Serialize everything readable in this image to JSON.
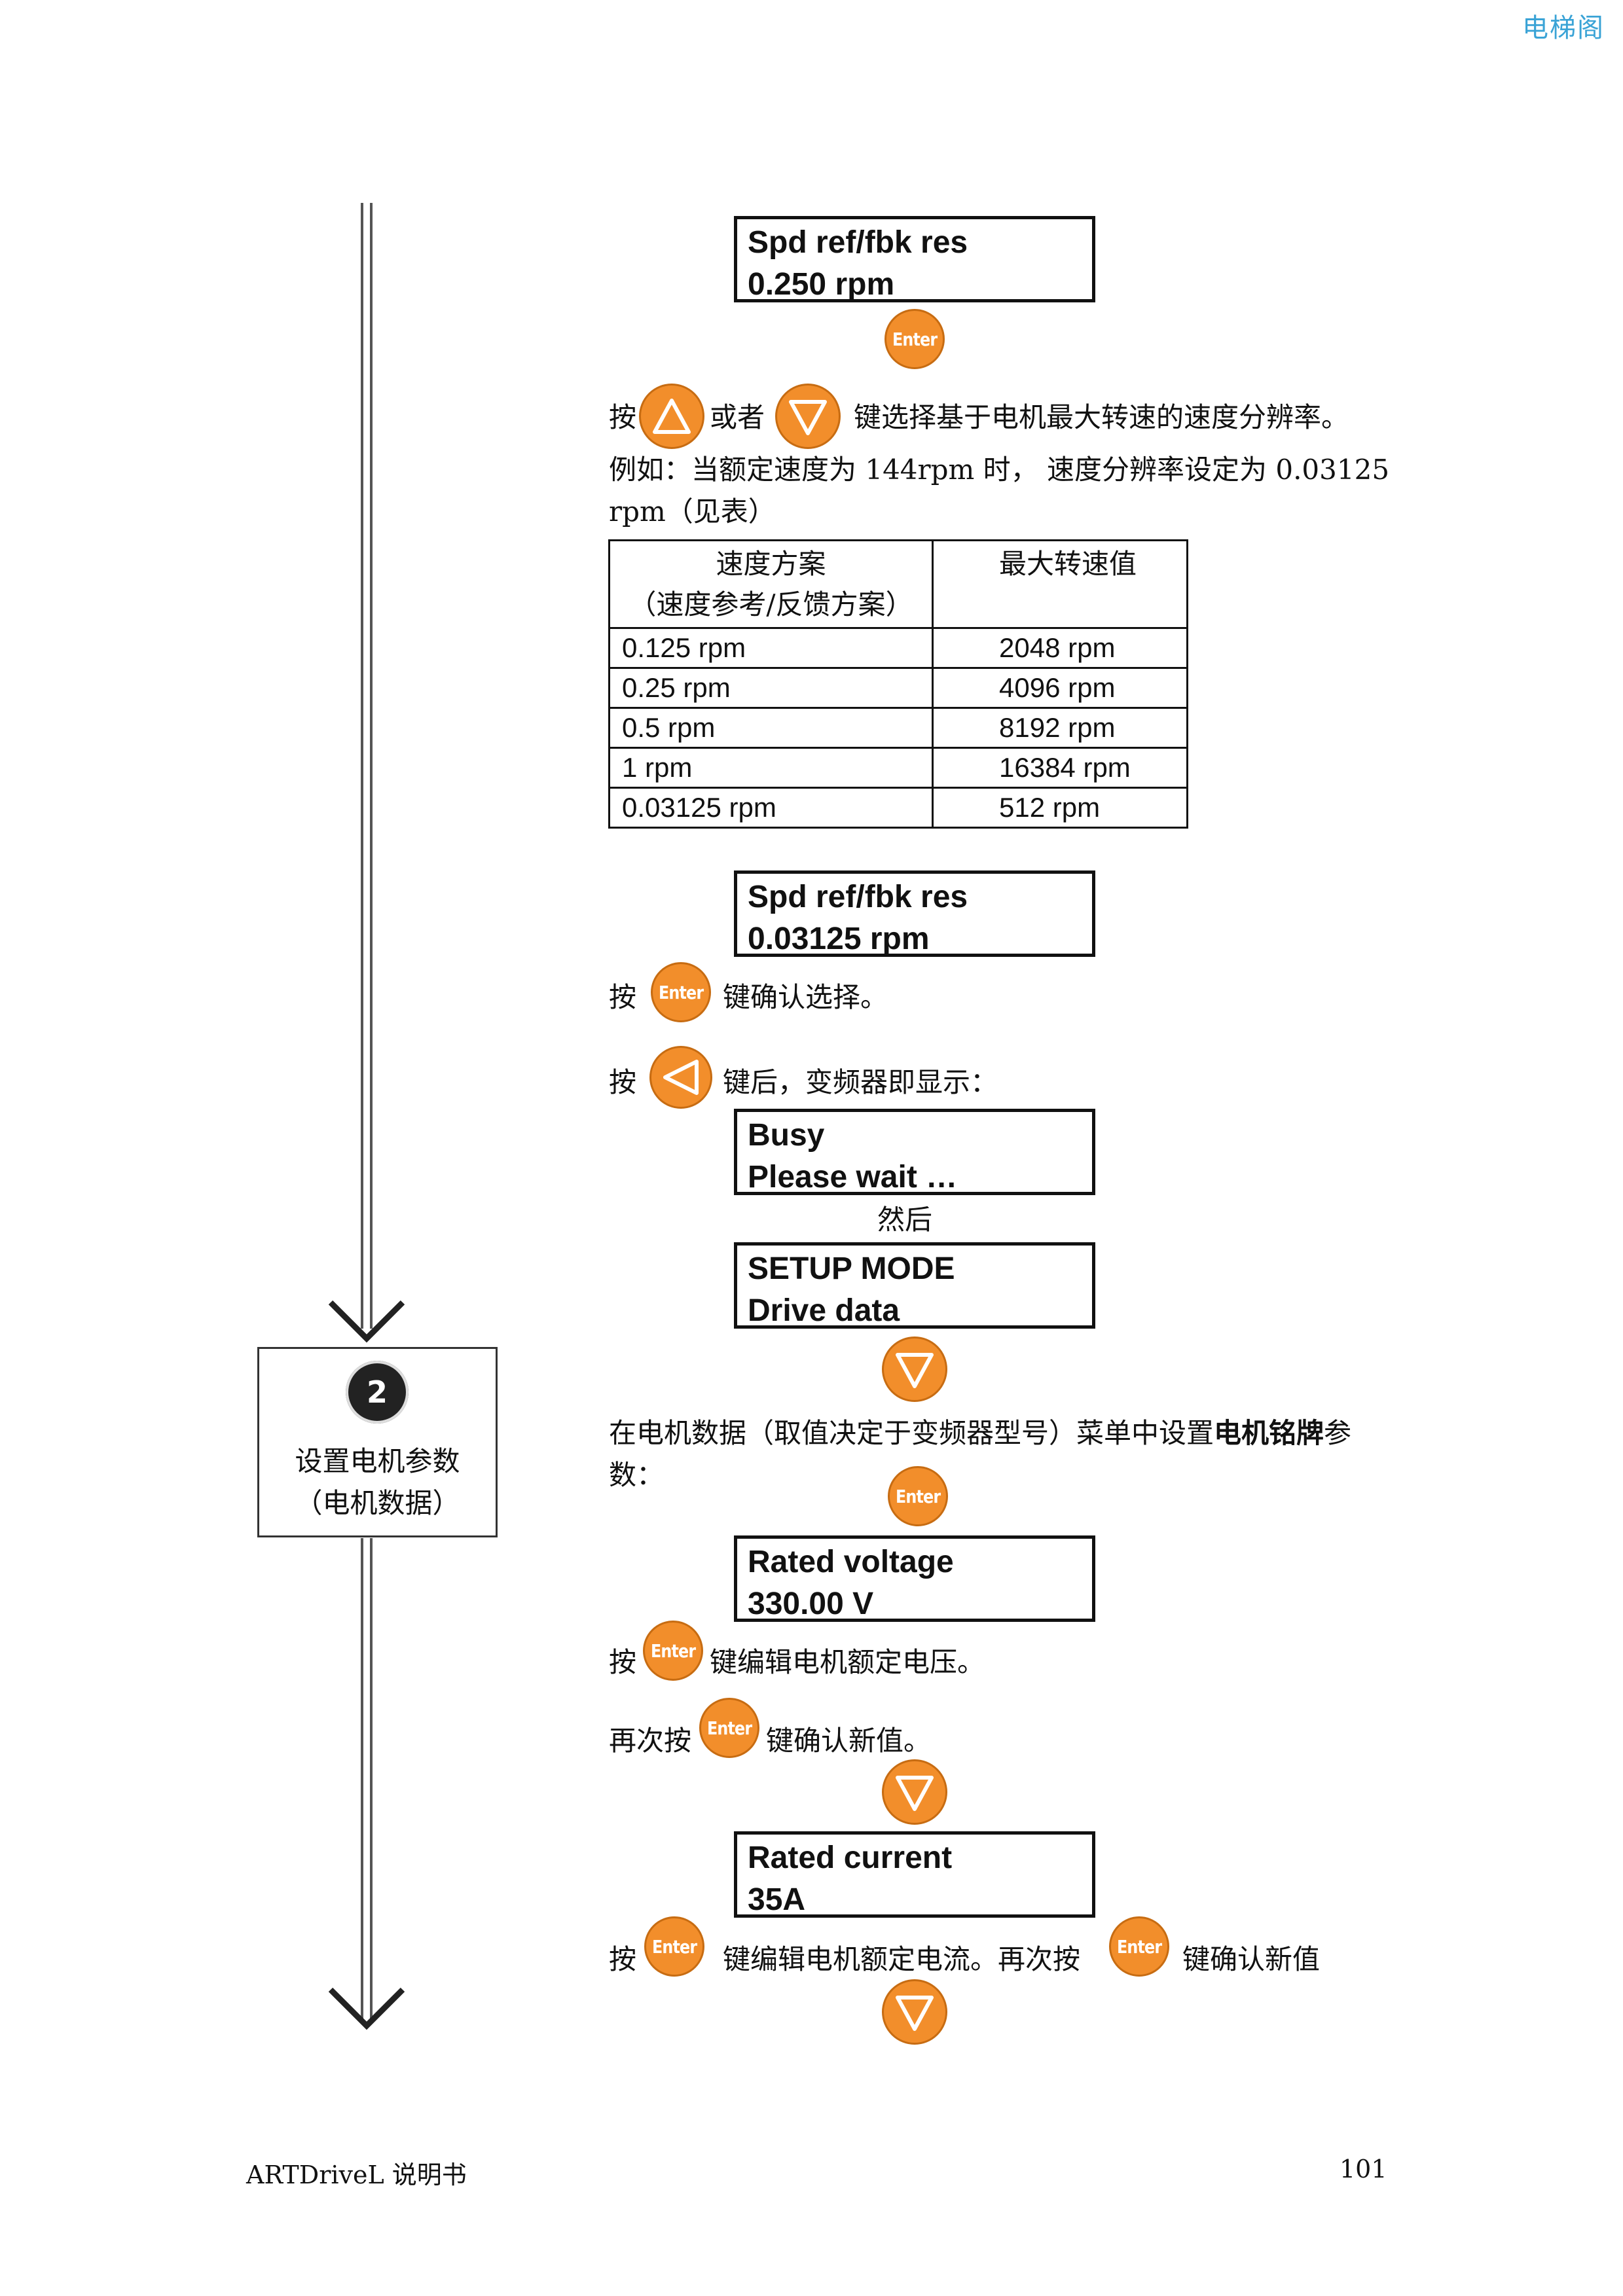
{
  "header": {
    "brand": "电梯阁"
  },
  "lcd": {
    "d1": {
      "line1": "Spd ref/fbk res",
      "line2": "0.250 rpm"
    },
    "d2": {
      "line1": "Spd ref/fbk res",
      "line2": "0.03125 rpm"
    },
    "d3": {
      "line1": "Busy",
      "line2": "Please wait …"
    },
    "d4": {
      "line1": "SETUP MODE",
      "line2": "Drive data"
    },
    "d5": {
      "line1": "Rated voltage",
      "line2": "330.00 V"
    },
    "d6": {
      "line1": "Rated current",
      "line2": "35A"
    }
  },
  "buttons": {
    "enter_label": "Enter"
  },
  "text": {
    "select_prefix": "按",
    "select_or": "或者",
    "select_suffix": "键选择基于电机最大转速的速度分辨率。",
    "example_line1": "例如：当额定速度为 144rpm 时， 速度分辨率设定为 0.03125",
    "example_line2": "rpm（见表）",
    "confirm_prefix": "按",
    "confirm_suffix": "键确认选择。",
    "left_prefix": "按",
    "left_suffix": "键后，变频器即显示：",
    "then": "然后",
    "motor_line1_a": "在电机数据（取值决定于变频器型号）菜单中设置",
    "motor_line1_b": "电机铭牌",
    "motor_line1_c": "参",
    "motor_line2": "数：",
    "edit_v_prefix": "按",
    "edit_v_suffix": "键编辑电机额定电压。",
    "again_prefix": "再次按",
    "again_suffix": "键确认新值。",
    "edit_i_prefix": "按",
    "edit_i_mid": "键编辑电机额定电流。再次按",
    "edit_i_suffix": "键确认新值"
  },
  "table": {
    "headers": [
      {
        "line1": "速度方案",
        "line2": "（速度参考/反馈方案）"
      },
      {
        "line1": "最大转速值",
        "line2": ""
      }
    ],
    "rows": [
      [
        "0.125 rpm",
        "2048 rpm"
      ],
      [
        "0.25 rpm",
        "4096 rpm"
      ],
      [
        "0.5 rpm",
        "8192 rpm"
      ],
      [
        "1 rpm",
        "16384 rpm"
      ],
      [
        "0.03125 rpm",
        "512 rpm"
      ]
    ]
  },
  "step": {
    "number": "2",
    "title_line1": "设置电机参数",
    "title_line2": "（电机数据）"
  },
  "footer": {
    "doc": "ARTDriveL 说明书",
    "page": "101"
  },
  "colors": {
    "button_orange": "#f28e2b",
    "brand_blue": "#3aa3d6"
  }
}
